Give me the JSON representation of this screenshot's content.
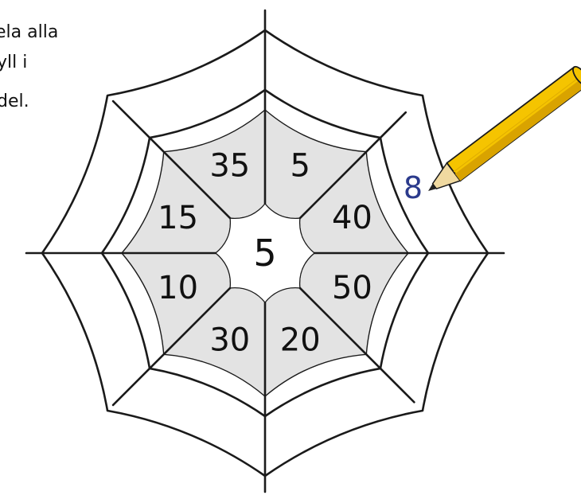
{
  "instructions": {
    "line1": "ela alla",
    "line2": "yll i",
    "line3": "del."
  },
  "web": {
    "center_number": "5",
    "inner_numbers": [
      "35",
      "5",
      "40",
      "50",
      "20",
      "30",
      "10",
      "15"
    ],
    "answer_value": "8"
  },
  "colors": {
    "web_line": "#1a1a1a",
    "inner_fill": "#e3e3e3",
    "answer_text": "#2b3a8c",
    "pencil_body": "#f5c400",
    "pencil_shadow": "#d9a300",
    "pencil_wood": "#f0d9a0",
    "pencil_lead": "#222222"
  }
}
